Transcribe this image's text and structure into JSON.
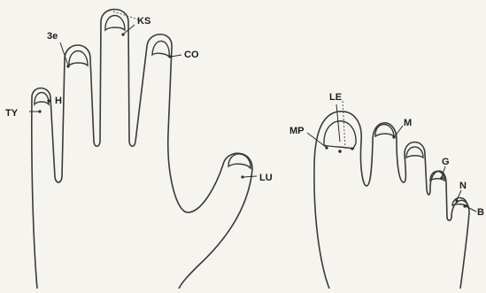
{
  "hand": {
    "labels": {
      "ty": "TY",
      "h": "H",
      "ze": "3e",
      "ks": "KS",
      "co": "CO",
      "lu": "LU"
    }
  },
  "foot": {
    "labels": {
      "le": "LE",
      "mp": "MP",
      "m": "M",
      "g": "G",
      "n": "N",
      "b": "B"
    }
  }
}
